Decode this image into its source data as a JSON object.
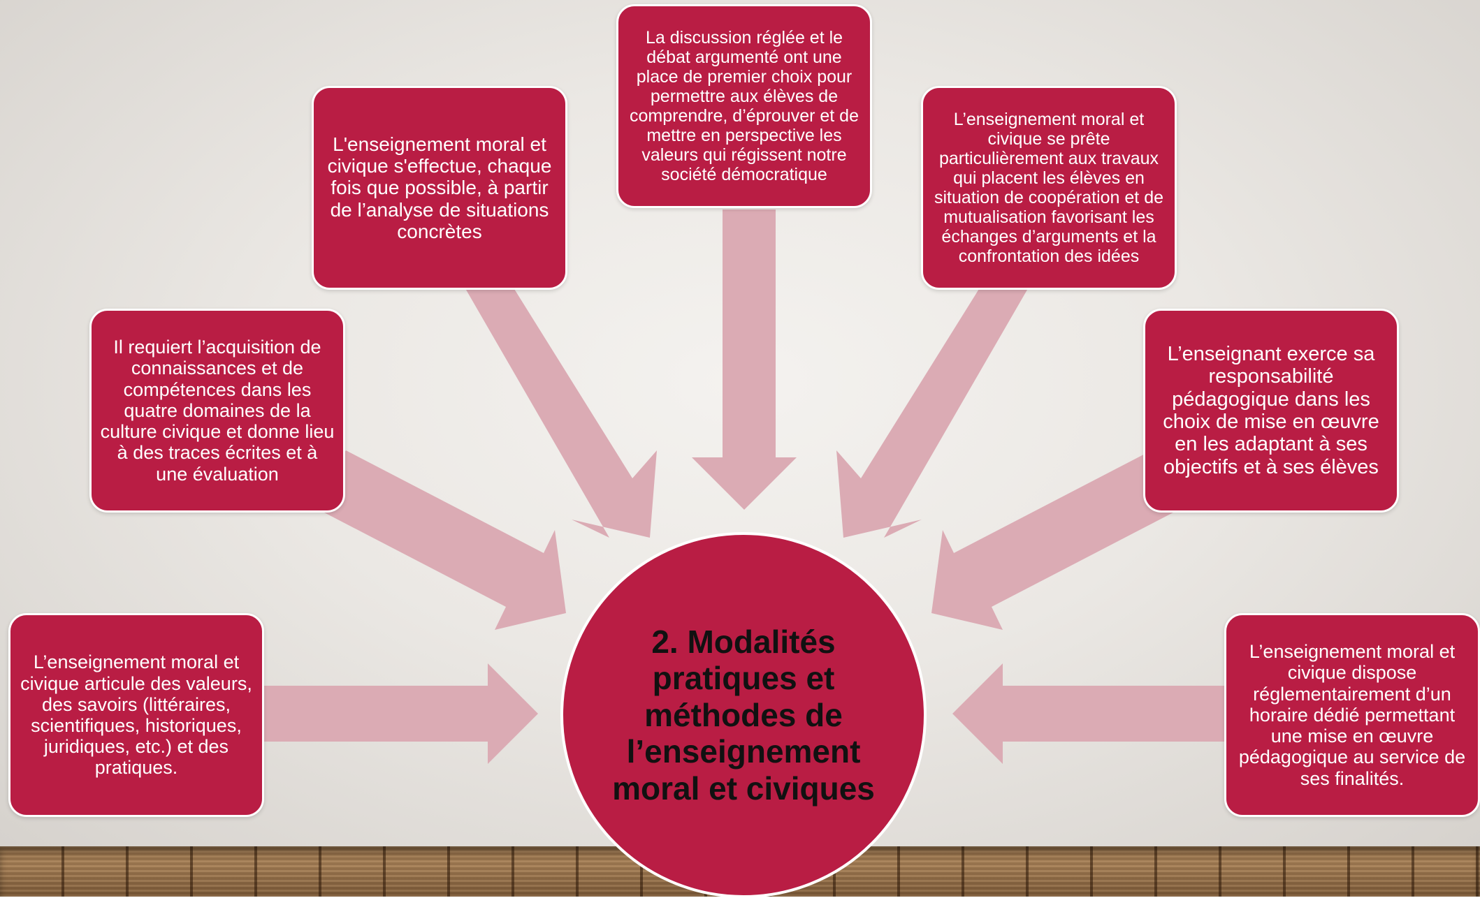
{
  "colors": {
    "box_fill": "#b91d44",
    "box_border": "#ffffff",
    "arrow_fill": "#dbabb4",
    "text_on_box": "#ffffff",
    "center_title_color": "#111111"
  },
  "center": {
    "title": "2. Modalités pratiques et méthodes de l’enseignement moral et civiques"
  },
  "boxes": {
    "left_bottom": "L’enseignement moral et civique articule des valeurs, des savoirs (littéraires, scientifiques, historiques, juridiques, etc.) et des pratiques.",
    "left_middle": "Il requiert l’acquisition de connaissances et de compétences dans les quatre domaines de la culture civique et donne lieu à des traces écrites et à une évaluation",
    "left_top": "L'enseignement moral et civique s'effectue, chaque fois que possible, à partir de l’analyse de situations concrètes",
    "top_center": "La discussion réglée et le débat argumenté ont une place de premier choix pour permettre aux élèves de comprendre, d’éprouver et de mettre en perspective les valeurs qui régissent notre société démocratique",
    "right_top": "L’enseignement moral et civique se prête particulièrement aux travaux qui placent les élèves en situation de coopération et de mutualisation favorisant les échanges d’arguments et la confrontation des idées",
    "right_middle": "L’enseignant exerce sa responsabilité pédagogique dans les choix de mise en œuvre en les adaptant à ses objectifs et à ses élèves",
    "right_bottom": "L’enseignement moral et civique dispose réglementairement d’un horaire dédié permettant une mise en œuvre pédagogique au service de ses finalités."
  }
}
